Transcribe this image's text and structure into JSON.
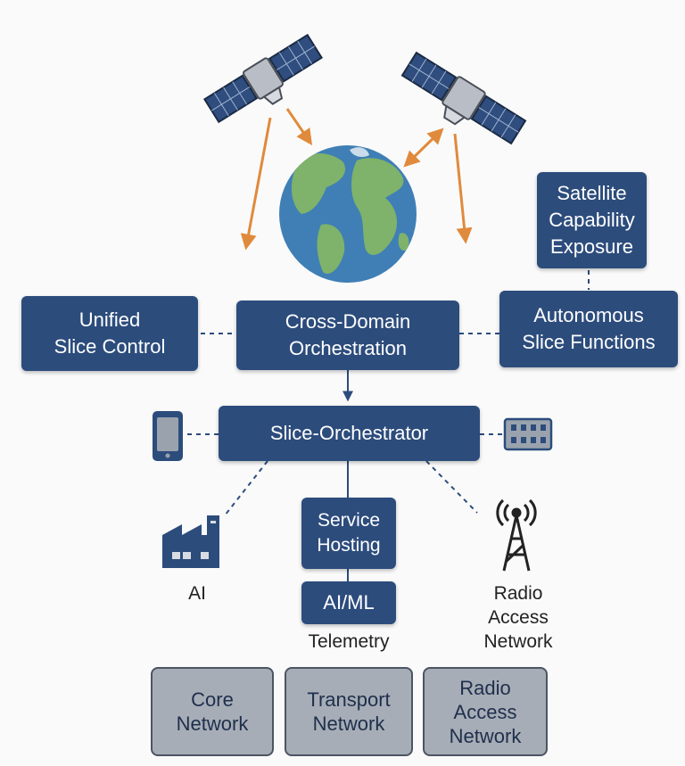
{
  "nodes": {
    "satellite_exposure": [
      "Satellite",
      "Capability",
      "Exposure"
    ],
    "unified_control": [
      "Unified",
      "Slice Control"
    ],
    "cross_domain": [
      "Cross-Domain",
      "Orchestration"
    ],
    "autonomous": [
      "Autonomous",
      "Slice Functions"
    ],
    "slice_orchestrator": "Slice-Orchestrator",
    "service_hosting": [
      "Service",
      "Hosting"
    ],
    "aiml": "AI/ML"
  },
  "labels": {
    "ai": "AI",
    "telemetry": "Telemetry",
    "radio_access_icon": [
      "Radio",
      "Access",
      "Network"
    ]
  },
  "domains": {
    "core": [
      "Core",
      "Network"
    ],
    "transport": [
      "Transport",
      "Network"
    ],
    "ran": [
      "Radio",
      "Access",
      "Network"
    ]
  },
  "icons": [
    "satellite-icon",
    "globe-icon",
    "phone-icon",
    "server-icon",
    "factory-icon",
    "antenna-tower-icon"
  ],
  "colors": {
    "node_fill": "#2c4c7c",
    "domain_fill": "#a7adb6",
    "arrow": "#e08a3c",
    "connector": "#2c4c7c",
    "globe_ocean": "#3f7fb6",
    "globe_land": "#7fb26a"
  }
}
